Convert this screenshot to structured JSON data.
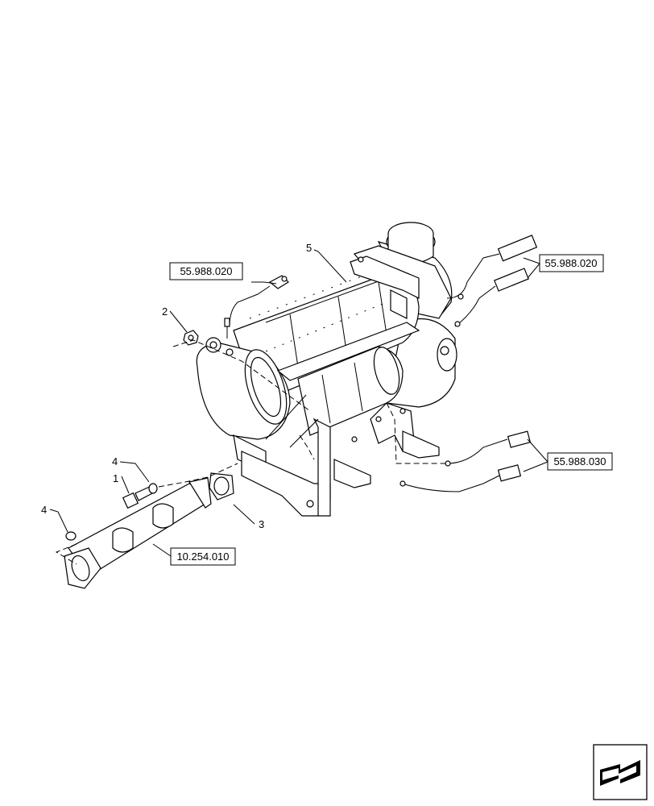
{
  "callouts": {
    "c1": "1",
    "c2": "2",
    "c3": "3",
    "c4a": "4",
    "c4b": "4",
    "c5": "5"
  },
  "references": {
    "ref_left_sensor": "55.988.020",
    "ref_right_sensor": "55.988.020",
    "ref_lower_sensor": "55.988.030",
    "ref_pipe": "10.254.010"
  },
  "nav": {
    "icon": "arrow-icon"
  }
}
